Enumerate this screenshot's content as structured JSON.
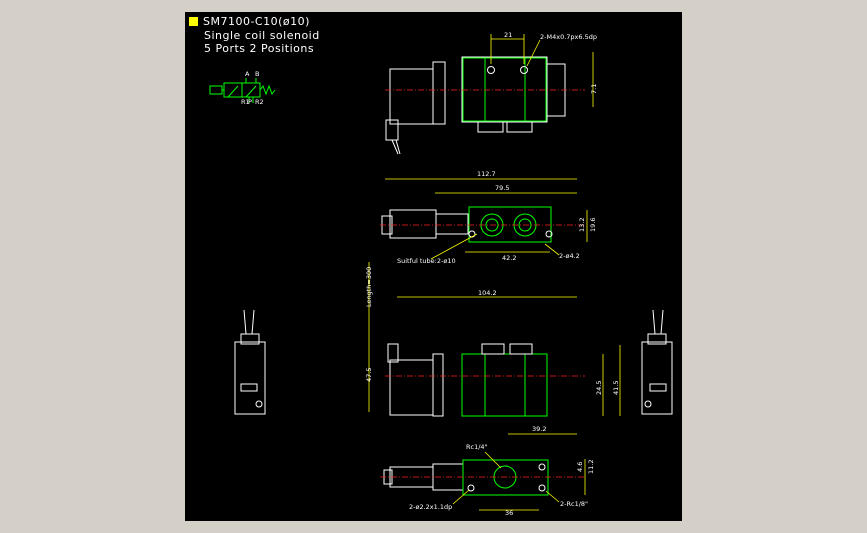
{
  "title": {
    "model": "SM7100-C10(ø10)",
    "line2": "Single coil solenoid",
    "line3": "5 Ports 2 Positions"
  },
  "symbol_labels": {
    "a": "A",
    "b": "B",
    "r1": "R1",
    "p": "P",
    "r2": "R2"
  },
  "dims": {
    "d21": "21",
    "mount_hole": "2-M4x0.7px6.5dp",
    "d7_1": "7.1",
    "d112_7": "112.7",
    "d79_5": "79.5",
    "d13_2": "13.2",
    "d19_6": "19.6",
    "tube": "Suitful tube:2-ø10",
    "d42_2": "42.2",
    "hole2": "2-ø4.2",
    "length": "Length=300",
    "d104_2": "104.2",
    "d47_5": "47.5",
    "d24_5": "24.5",
    "d41_5": "41.5",
    "d39_2": "39.2",
    "rc14": "Rc1/4\"",
    "d4_6": "4.6",
    "d11_2": "11.2",
    "screw": "2-ø2.2x1.1dp",
    "rc18": "2-Rc1/8\"",
    "d36": "36"
  },
  "colors": {
    "background": "#000000",
    "frame": "#d4d0c8",
    "dimension": "#ffff00",
    "outline": "#ffffff",
    "body": "#00ff00",
    "centerline": "#ff2020",
    "marker": "#ffff00"
  }
}
